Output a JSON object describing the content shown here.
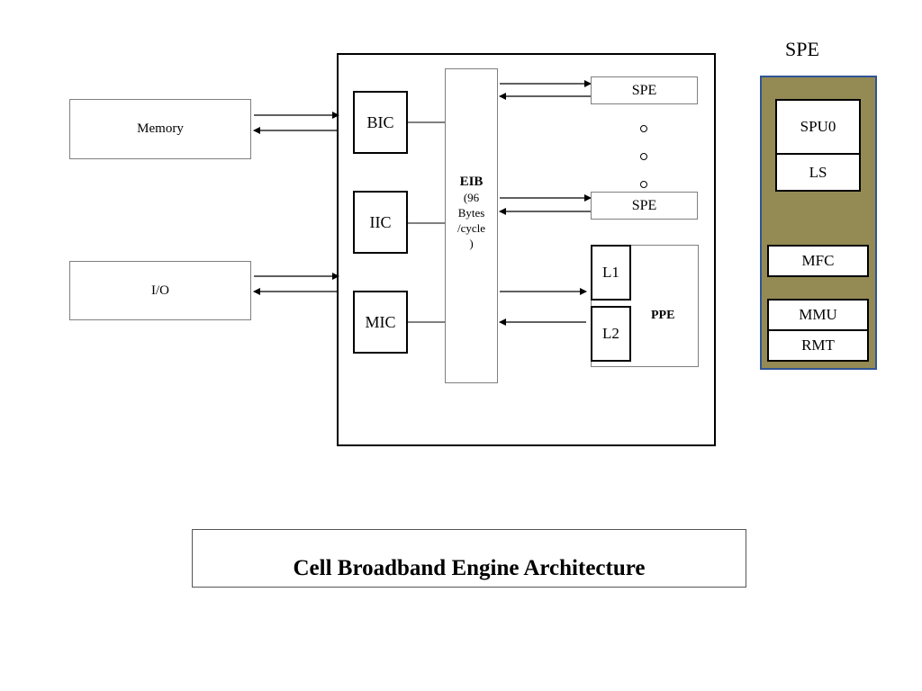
{
  "external": {
    "memory_label": "Memory",
    "io_label": "I/O"
  },
  "chip": {
    "bic_label": "BIC",
    "iic_label": "IIC",
    "mic_label": "MIC",
    "eib": {
      "title": "EIB",
      "detail_lines": [
        "(96",
        "Bytes",
        "/cycle",
        ")"
      ]
    },
    "spe_top_label": "SPE",
    "spe_bottom_label": "SPE",
    "ppe": {
      "label": "PPE",
      "l1_label": "L1",
      "l2_label": "L2"
    }
  },
  "spe_detail": {
    "heading": "SPE",
    "spu_label": "SPU0",
    "ls_label": "LS",
    "mfc_label": "MFC",
    "mmu_label": "MMU",
    "rmt_label": "RMT",
    "background_color": "#948a54",
    "border_color": "#2f5597"
  },
  "caption": "Cell Broadband Engine Architecture"
}
